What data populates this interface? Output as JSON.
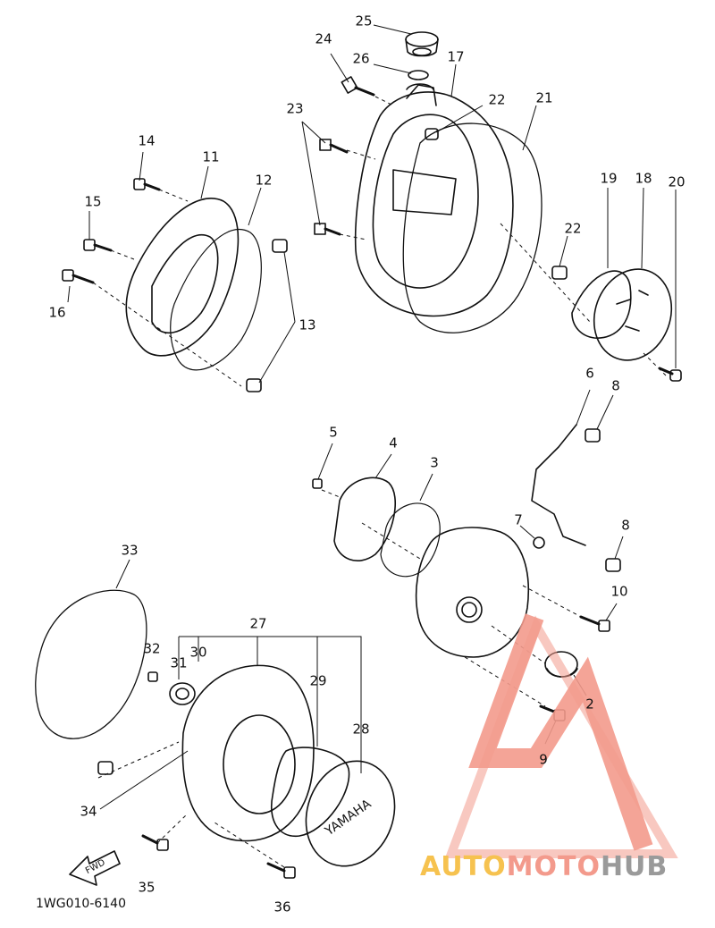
{
  "callouts": [
    {
      "id": "c25",
      "label": "25"
    },
    {
      "id": "c24",
      "label": "24"
    },
    {
      "id": "c26",
      "label": "26"
    },
    {
      "id": "c17",
      "label": "17"
    },
    {
      "id": "c22a",
      "label": "22"
    },
    {
      "id": "c21",
      "label": "21"
    },
    {
      "id": "c23",
      "label": "23"
    },
    {
      "id": "c14",
      "label": "14"
    },
    {
      "id": "c11",
      "label": "11"
    },
    {
      "id": "c12",
      "label": "12"
    },
    {
      "id": "c15",
      "label": "15"
    },
    {
      "id": "c16",
      "label": "16"
    },
    {
      "id": "c13",
      "label": "13"
    },
    {
      "id": "c22b",
      "label": "22"
    },
    {
      "id": "c19",
      "label": "19"
    },
    {
      "id": "c18",
      "label": "18"
    },
    {
      "id": "c20",
      "label": "20"
    },
    {
      "id": "c6",
      "label": "6"
    },
    {
      "id": "c8a",
      "label": "8"
    },
    {
      "id": "c5",
      "label": "5"
    },
    {
      "id": "c4",
      "label": "4"
    },
    {
      "id": "c3",
      "label": "3"
    },
    {
      "id": "c7",
      "label": "7"
    },
    {
      "id": "c8b",
      "label": "8"
    },
    {
      "id": "c10",
      "label": "10"
    },
    {
      "id": "c33",
      "label": "33"
    },
    {
      "id": "c27",
      "label": "27"
    },
    {
      "id": "c32",
      "label": "32"
    },
    {
      "id": "c31",
      "label": "31"
    },
    {
      "id": "c30",
      "label": "30"
    },
    {
      "id": "c29",
      "label": "29"
    },
    {
      "id": "c28",
      "label": "28"
    },
    {
      "id": "c2",
      "label": "2"
    },
    {
      "id": "c9",
      "label": "9"
    },
    {
      "id": "c34",
      "label": "34"
    },
    {
      "id": "c35",
      "label": "35"
    },
    {
      "id": "c36",
      "label": "36"
    }
  ],
  "diagram_code": "1WG010-6140",
  "fwd_label": "FWD",
  "cover_logo": "YAMAHA",
  "watermark": {
    "part1": "AUTO",
    "part2": "MOTO",
    "part3": "HUB"
  },
  "colors": {
    "line": "#111111",
    "logo_red": "#f39a8c",
    "logo_yellow": "#f6c24f",
    "logo_gray": "#9a9a9a"
  }
}
